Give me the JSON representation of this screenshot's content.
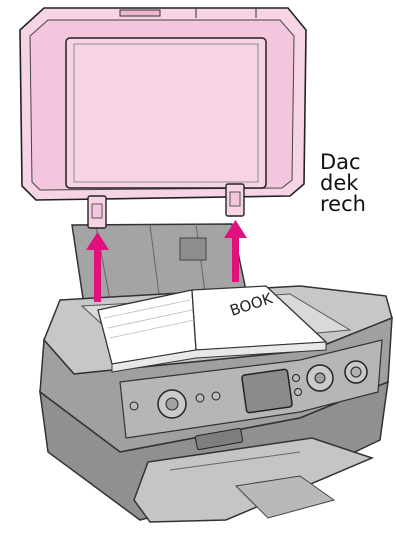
{
  "caption": {
    "lines": [
      "Dac",
      "dek",
      "rech"
    ]
  },
  "book": {
    "label": "BOOK"
  },
  "colors": {
    "lid_pink": "#f7d3e6",
    "lid_outline": "#222222",
    "arrow_magenta": "#e0107d",
    "printer_gray": "#a9aaac",
    "printer_light": "#c8c9cb"
  }
}
